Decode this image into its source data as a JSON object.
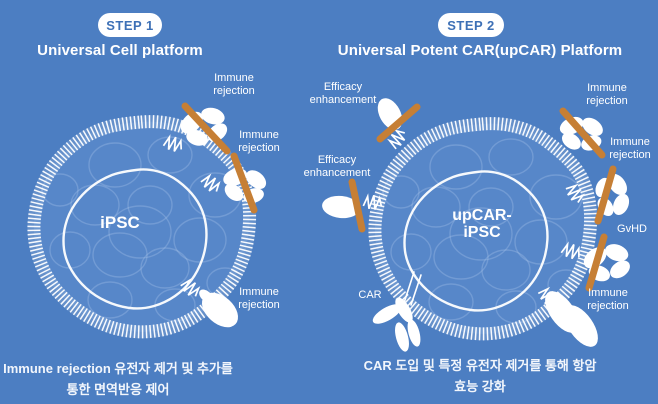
{
  "colors": {
    "background": "#4C7EC2",
    "cell_fill": "#5787C9",
    "accent_orange": "#C67F35",
    "badge_text": "#3D70B6",
    "text_white": "#FFFFFF"
  },
  "left_panel": {
    "step_badge": "STEP 1",
    "title": "Universal Cell platform",
    "cell_label": "iPSC",
    "label_immune_rejection_top": "Immune rejection",
    "label_immune_rejection_mid": "Immune rejection",
    "label_immune_rejection_bottom": "Immune rejection",
    "caption_line1": "Immune rejection 유전자 제거 및 추가를",
    "caption_line2": "통한 면역반응 제어"
  },
  "right_panel": {
    "step_badge": "STEP 2",
    "title": "Universal Potent CAR(upCAR) Platform",
    "cell_label_line1": "upCAR-",
    "cell_label_line2": "iPSC",
    "label_efficacy_top": "Efficacy enhancement",
    "label_efficacy_mid": "Efficacy enhancement",
    "label_immune_rejection_top": "Immune rejection",
    "label_immune_rejection_mid": "Immune rejection",
    "label_gvhd": "GvHD",
    "label_immune_rejection_bottom": "Immune rejection",
    "label_car": "CAR",
    "caption_line1": "CAR 도입 및 특정 유전자 제거를 통해 항암",
    "caption_line2": "효능 강화"
  }
}
